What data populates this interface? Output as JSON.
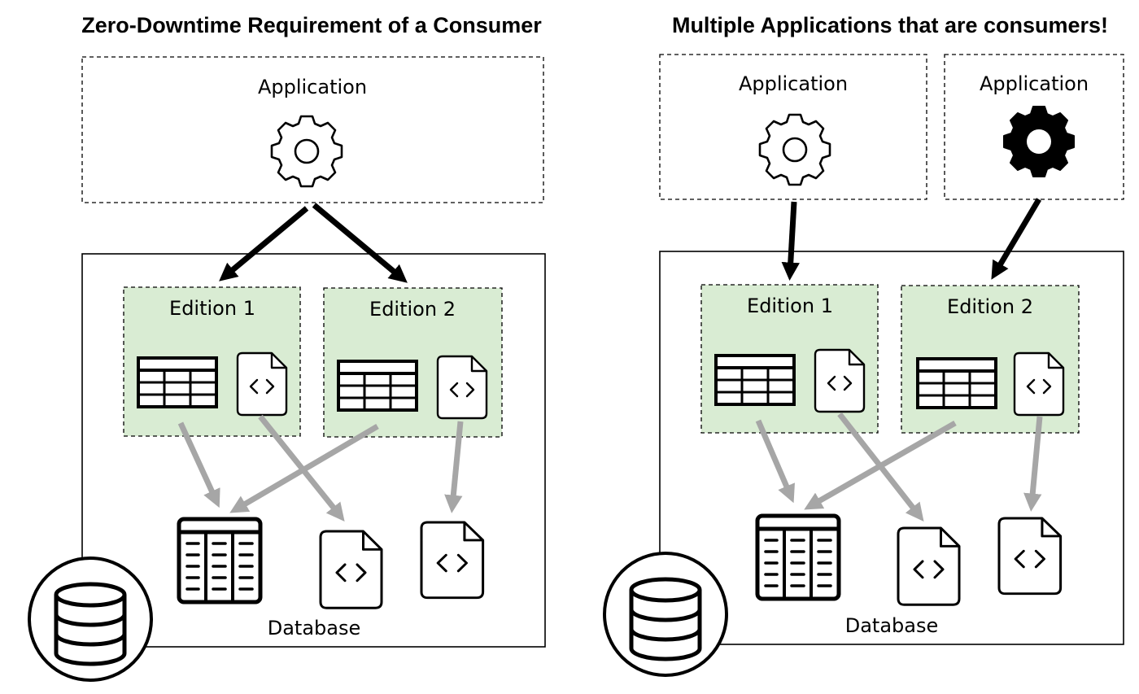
{
  "colors": {
    "edition_fill": "#d9ecd3",
    "data_flow_arrow": "#a6a6a6",
    "consumer_arrow": "#000000"
  },
  "left_panel": {
    "title": "Zero-Downtime Requirement of a Consumer",
    "application_label": "Application",
    "application_icon": "gear-outline-icon",
    "editions": [
      {
        "label": "Edition 1",
        "icons": [
          "table-icon",
          "code-file-icon"
        ]
      },
      {
        "label": "Edition 2",
        "icons": [
          "table-icon",
          "code-file-icon"
        ]
      }
    ],
    "database_label": "Database",
    "database_objects": [
      "bold-table-icon",
      "code-file-icon",
      "code-file-icon"
    ],
    "badge_icon": "database-icon"
  },
  "right_panel": {
    "title": "Multiple Applications that are consumers!",
    "applications": [
      {
        "label": "Application",
        "icon": "gear-outline-icon"
      },
      {
        "label": "Application",
        "icon": "gear-solid-icon"
      }
    ],
    "editions": [
      {
        "label": "Edition 1",
        "icons": [
          "table-icon",
          "code-file-icon"
        ]
      },
      {
        "label": "Edition 2",
        "icons": [
          "table-icon",
          "code-file-icon"
        ]
      }
    ],
    "database_label": "Database",
    "database_objects": [
      "bold-table-icon",
      "code-file-icon",
      "code-file-icon"
    ],
    "badge_icon": "database-icon"
  }
}
